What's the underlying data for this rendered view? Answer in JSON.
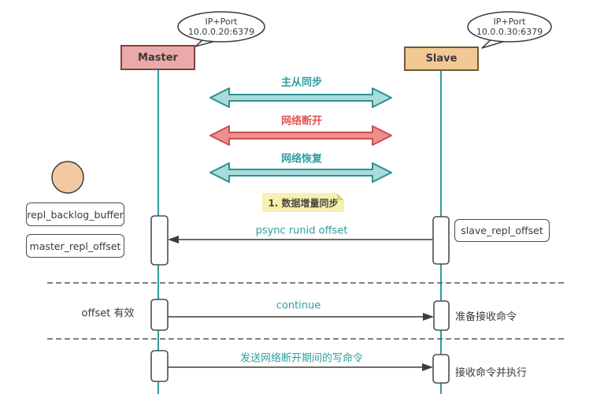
{
  "diagram": {
    "master": {
      "label": "Master",
      "bubble_line1": "IP+Port",
      "bubble_line2": "10.0.0.20:6379"
    },
    "slave": {
      "label": "Slave",
      "bubble_line1": "IP+Port",
      "bubble_line2": "10.0.0.30:6379"
    },
    "phases": [
      {
        "label": "主从同步",
        "color": "#2f9e9e",
        "arrow_fill": "#a8dbdb",
        "arrow_stroke": "#2f8f8f"
      },
      {
        "label": "网络断开",
        "color": "#e25555",
        "arrow_fill": "#ef8e8e",
        "arrow_stroke": "#c4524e"
      },
      {
        "label": "网络恢复",
        "color": "#2f9e9e",
        "arrow_fill": "#a8dbdb",
        "arrow_stroke": "#2f8f8f"
      }
    ],
    "note": "1. 数据增量同步",
    "left_boxes": [
      {
        "label": "repl_backlog_buffer"
      },
      {
        "label": "master_repl_offset"
      }
    ],
    "right_box": {
      "label": "slave_repl_offset"
    },
    "messages": [
      {
        "label": "psync runid offset",
        "from": "slave",
        "to": "master"
      },
      {
        "label": "continue",
        "from": "master",
        "to": "slave"
      },
      {
        "label": "发送网络断开期间的写命令",
        "from": "master",
        "to": "slave"
      }
    ],
    "annotations": {
      "offset_valid": "offset 有效",
      "ready": "准备接收命令",
      "receive": "接收命令并执行"
    },
    "colors": {
      "lifeline": "#2e9c9c",
      "master_fill": "#eba9a9",
      "master_border": "#82403f",
      "slave_fill": "#f2c995",
      "slave_border": "#6f5838",
      "note_bg": "#f7f0ae",
      "circle_fill": "#f2c9a1",
      "message_line": "#3d3d3d",
      "dashed_line": "#565656"
    }
  }
}
